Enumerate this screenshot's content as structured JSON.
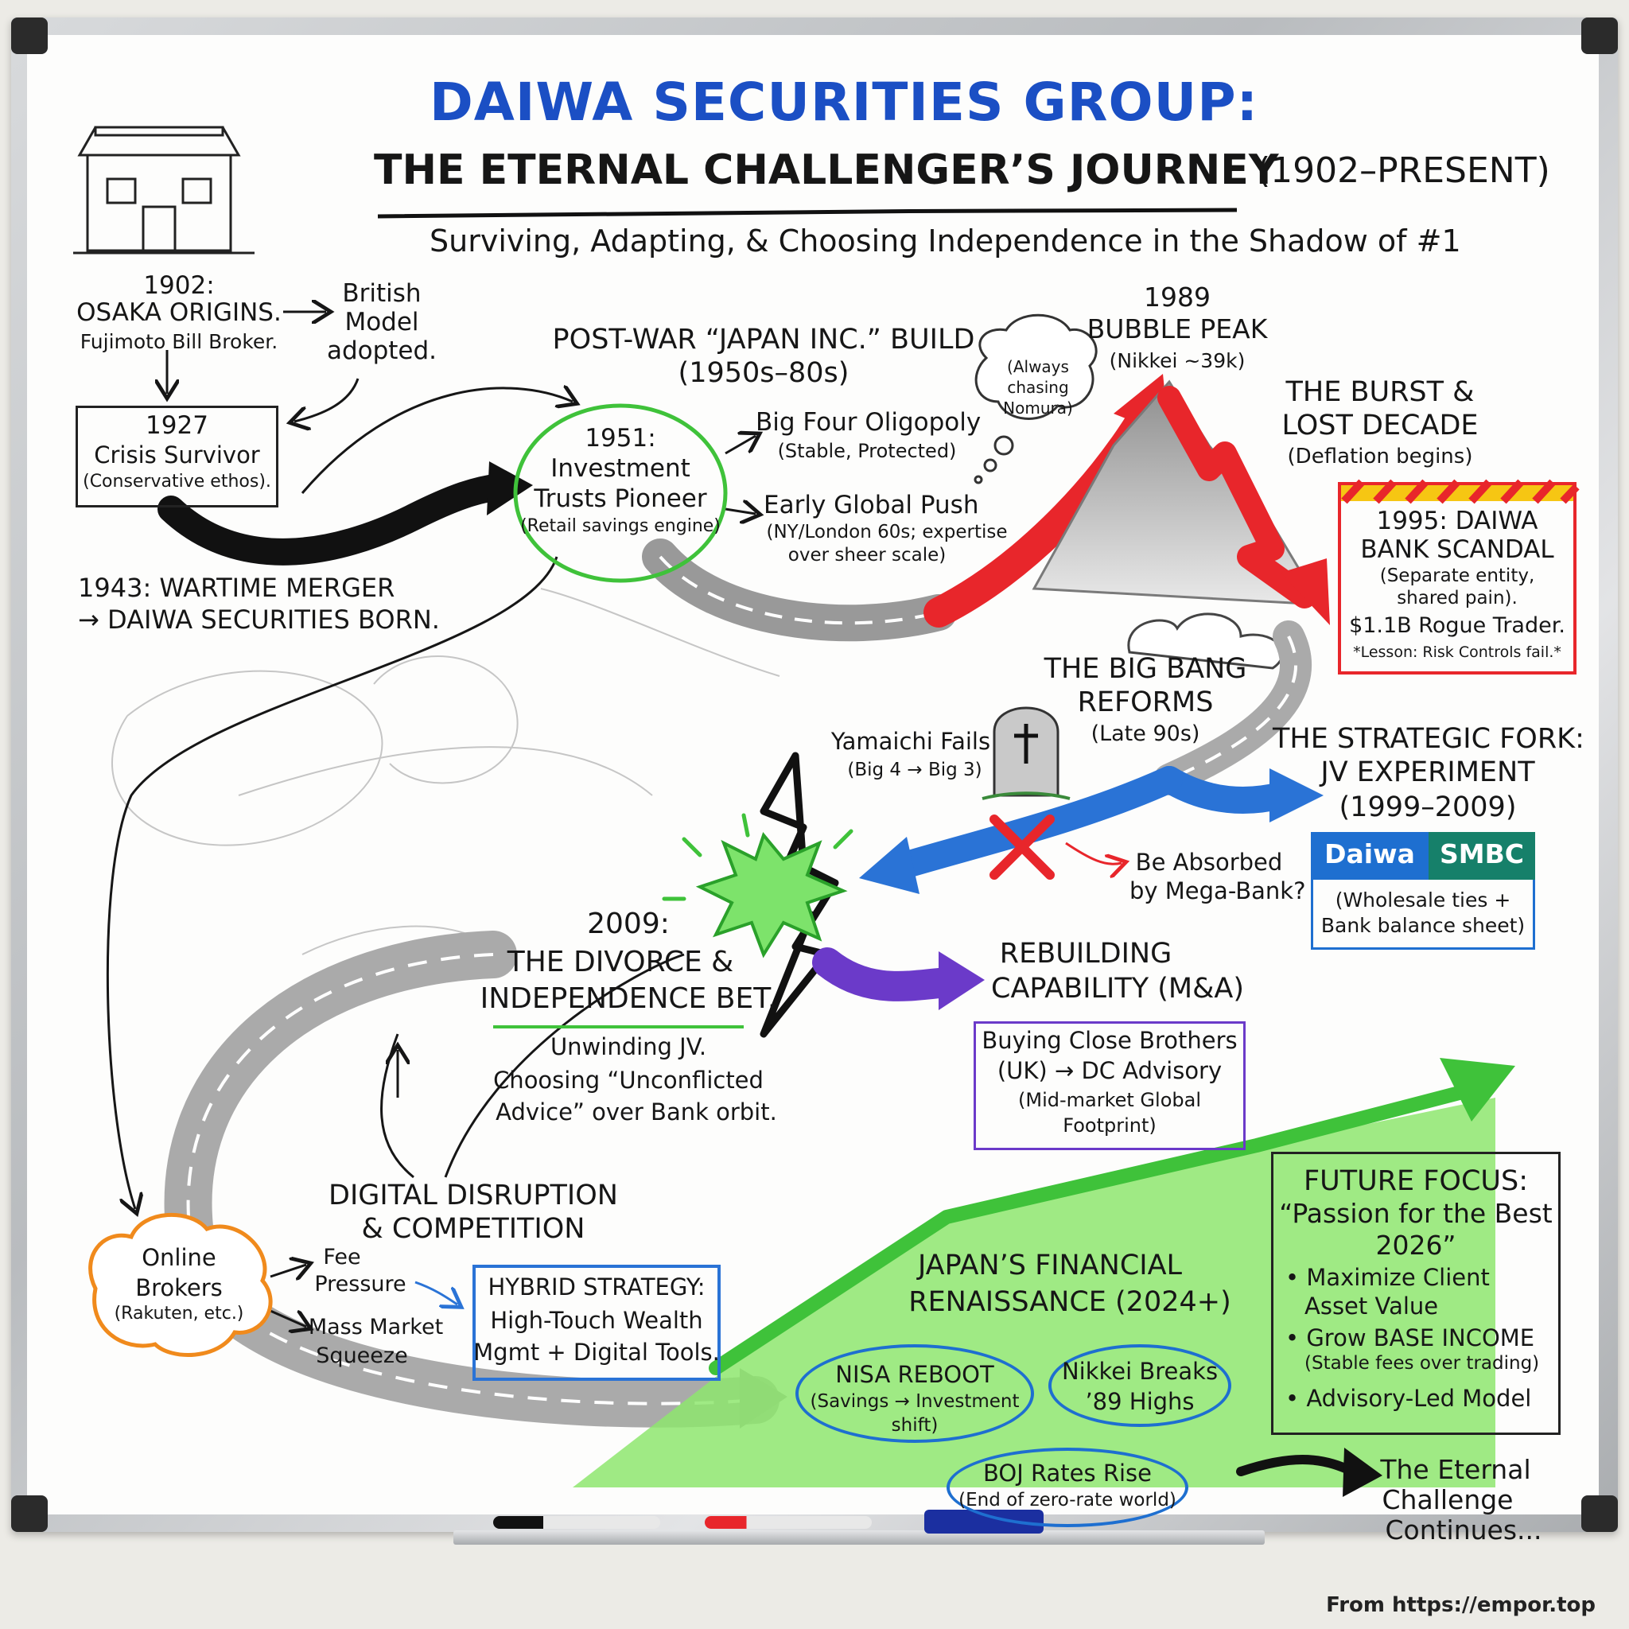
{
  "header": {
    "title_main": "DAIWA SECURITIES GROUP:",
    "title_sub": "THE ETERNAL CHALLENGER’S JOURNEY",
    "title_years": "(1902–PRESENT)",
    "subtitle": "Surviving, Adapting, & Choosing Independence in the Shadow of #1"
  },
  "origins": {
    "year": "1902:",
    "heading": "OSAKA ORIGINS.",
    "detail": "Fujimoto Bill Broker.",
    "british": [
      "British",
      "Model",
      "adopted."
    ]
  },
  "crisis_1927": {
    "year": "1927",
    "line1": "Crisis Survivor",
    "line2": "(Conservative ethos)."
  },
  "merger_1943": {
    "line1": "1943: WARTIME MERGER",
    "line2": "→ DAIWA SECURITIES BORN."
  },
  "postwar": {
    "line1": "POST-WAR “JAPAN INC.” BUILD",
    "line2": "(1950s–80s)"
  },
  "trusts_1951": {
    "line1": "1951:",
    "line2": "Investment",
    "line3": "Trusts Pioneer",
    "line4": "(Retail savings engine)"
  },
  "big_four": {
    "line1": "Big Four Oligopoly",
    "line2": "(Stable, Protected)"
  },
  "global_push": {
    "line1": "Early Global Push",
    "line2": "(NY/London 60s; expertise",
    "line3": "over sheer scale)"
  },
  "chasing": [
    "(Always",
    "chasing",
    "Nomura)"
  ],
  "bubble": {
    "line1": "1989",
    "line2": "BUBBLE PEAK",
    "line3": "(Nikkei ~39k)"
  },
  "burst": {
    "line1": "THE BURST &",
    "line2": "LOST DECADE",
    "line3": "(Deflation begins)"
  },
  "scandal": {
    "line1": "1995: DAIWA",
    "line2": "BANK SCANDAL",
    "line3": "(Separate entity,",
    "line4": "shared pain).",
    "line5": "$1.1B Rogue Trader.",
    "line6": "*Lesson: Risk Controls fail.*"
  },
  "big_bang": {
    "line1": "THE BIG BANG",
    "line2": "REFORMS",
    "line3": "(Late 90s)"
  },
  "yamaichi": {
    "line1": "Yamaichi Fails",
    "line2": "(Big 4 → Big 3)"
  },
  "fork": {
    "line1": "THE STRATEGIC FORK:",
    "line2": "JV EXPERIMENT",
    "line3": "(1999–2009)"
  },
  "jv": {
    "left": "Daiwa",
    "right": "SMBC",
    "line1": "(Wholesale ties +",
    "line2": "Bank balance sheet)",
    "left_color": "#1e6fd0",
    "right_color": "#16806a"
  },
  "absorbed": {
    "line1": "Be Absorbed",
    "line2": "by Mega-Bank?"
  },
  "divorce": {
    "line1": "2009:",
    "line2": "THE DIVORCE &",
    "line3": "INDEPENDENCE BET.",
    "line4": "Unwinding JV.",
    "line5": "Choosing “Unconflicted",
    "line6": "Advice” over Bank orbit."
  },
  "rebuilding": {
    "line1": "REBUILDING",
    "line2": "CAPABILITY (M&A)",
    "box1": "Buying Close Brothers",
    "box2": "(UK) → DC Advisory",
    "box3": "(Mid-market Global",
    "box4": "Footprint)"
  },
  "digital": {
    "line1": "DIGITAL DISRUPTION",
    "line2": "& COMPETITION"
  },
  "online": {
    "line1": "Online",
    "line2": "Brokers",
    "line3": "(Rakuten, etc.)"
  },
  "fee": {
    "line1": "Fee",
    "line2": "Pressure"
  },
  "squeeze": {
    "line1": "Mass Market",
    "line2": "Squeeze"
  },
  "hybrid": {
    "line1": "HYBRID STRATEGY:",
    "line2": "High-Touch Wealth",
    "line3": "Mgmt + Digital Tools."
  },
  "renaissance": {
    "line1": "JAPAN’S FINANCIAL",
    "line2": "RENAISSANCE (2024+)"
  },
  "nisa": {
    "line1": "NISA REBOOT",
    "line2": "(Savings → Investment",
    "line3": "shift)"
  },
  "nikkei": {
    "line1": "Nikkei Breaks",
    "line2": "’89 Highs"
  },
  "boj": {
    "line1": "BOJ Rates Rise",
    "line2": "(End of zero-rate world)"
  },
  "future": {
    "title1": "FUTURE FOCUS:",
    "title2": "“Passion for the Best",
    "title3": "2026”",
    "b1a": "• Maximize Client",
    "b1b": "Asset Value",
    "b2a": "• Grow BASE INCOME",
    "b2b": "(Stable fees over trading)",
    "b3": "• Advisory-Led Model"
  },
  "continues": {
    "line1": "The Eternal",
    "line2": "Challenge",
    "line3": "Continues..."
  },
  "footer": "From https://empor.top",
  "colors": {
    "title_blue": "#1b4fc4",
    "red": "#e8262b",
    "green": "#3fc23a",
    "blue": "#2a73d6",
    "purple": "#6b3ac9",
    "orange": "#f08a1c"
  }
}
